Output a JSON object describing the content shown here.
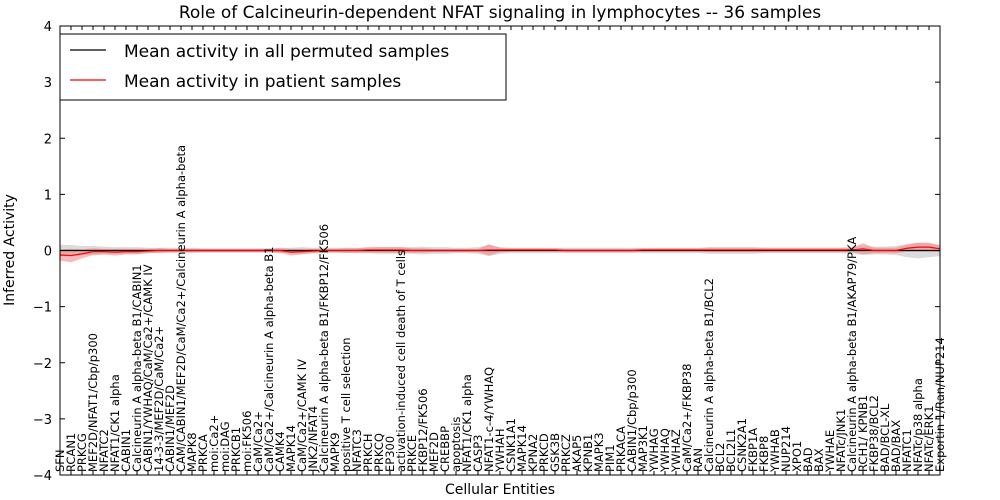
{
  "chart_data": {
    "type": "line",
    "title": "Role of Calcineurin-dependent NFAT signaling in lymphocytes -- 36 samples",
    "xlabel": "Cellular Entities",
    "ylabel": "Inferred Activity",
    "ylim": [
      -4,
      4
    ],
    "yticks": [
      "4",
      "3",
      "2",
      "1",
      "0",
      "−1",
      "−2",
      "−3",
      "−4"
    ],
    "legend_position": "top-left",
    "grid": false,
    "categories": [
      "SFN",
      "RCAN1",
      "PRKCG",
      "MEF2D/NFAT1/Cbp/p300",
      "NFATC2",
      "NFAT1/CK1 alpha",
      "CABIN1",
      "Calcineurin A alpha-beta B1/CABIN1",
      "CABIN1/YWHAQ/CaM/Ca2+/CAMK IV",
      "14-3-3/MEF2D/CaM/Ca2+",
      "CABIN1/MEF2D",
      "CAM/CABIN1/MEF2D/CaM/Ca2+/Calcineurin A alpha-beta",
      "MAPK8",
      "PRKCA",
      "moi:Ca2+",
      "moi:DAG",
      "PRKCB1",
      "moi:FK506",
      "CaM/Ca2+",
      "CaM/Ca2+/Calcineurin A alpha-beta B1",
      "CAMK4",
      "MAPK14",
      "CaM/Ca2+/CAMK IV",
      "JNK2/NFAT4",
      "Calcineurin A alpha-beta B1/FKBP12/FK506",
      "MAPK9",
      "positive T cell selection",
      "NFATC3",
      "PRKCH",
      "PRKCQ",
      "EP300",
      "activation-induced cell death of T cells",
      "PRKCE",
      "FKBP12/FK506",
      "MEF2D",
      "CREBBP",
      "apoptosis",
      "NFAT1/CK1 alpha",
      "CASP3",
      "NFAT1-c-4/YWHAQ",
      "YWHAH",
      "CSNK1A1",
      "MAPK14",
      "KPNA2",
      "PRKCD",
      "GSK3B",
      "PRKCZ",
      "AKAP5",
      "KPNB1",
      "MAPK3",
      "PIM1",
      "PRKACA",
      "CABIN1/Cbp/p300",
      "MAP3K1",
      "YWHAG",
      "YWHAQ",
      "YWHAZ",
      "CaM/Ca2+/FKBP38",
      "RAN",
      "Calcineurin A alpha-beta B1/BCL2",
      "BCL2",
      "BCL2L1",
      "CSNK2A1",
      "FKBP1A",
      "FKBP8",
      "YWHAB",
      "NUP214",
      "XPO1",
      "BAD",
      "BAX",
      "YWHAE",
      "NFATc/JNK1",
      "Calcineurin A alpha-beta B1/AKAP79/PKA",
      "RCH1/ KPNB1",
      "FKBP38/BCL2",
      "BAD/BCL-XL",
      "BAD/BAX",
      "NFATC1",
      "NFATc/p38 alpha",
      "NFATc/ERK1",
      "Exportin 1/Ran/NUP214"
    ],
    "series": [
      {
        "name": "Mean activity in all permuted samples",
        "color": "#000000",
        "band_color": "#b0b0b0",
        "values": [
          0,
          0,
          0,
          0,
          0,
          0,
          0,
          0,
          0,
          0,
          0,
          0,
          0,
          0,
          0,
          0,
          0,
          0,
          0,
          0,
          0,
          0,
          0,
          0,
          0,
          0,
          0,
          0,
          0,
          0,
          0,
          0,
          0,
          0,
          0,
          0,
          0,
          0,
          0,
          0,
          0,
          0,
          0,
          0,
          0,
          0,
          0,
          0,
          0,
          0,
          0,
          0,
          0,
          0,
          0,
          0,
          0,
          0,
          0,
          0,
          0,
          0,
          0,
          0,
          0,
          0,
          0,
          0,
          0,
          0,
          0,
          0,
          0,
          0,
          0,
          0,
          0,
          0,
          0,
          0,
          0
        ],
        "band_half": [
          0.1,
          0.1,
          0.08,
          0.08,
          0.07,
          0.06,
          0.06,
          0.06,
          0.05,
          0.05,
          0.05,
          0.05,
          0.05,
          0.04,
          0.04,
          0.04,
          0.04,
          0.04,
          0.04,
          0.04,
          0.05,
          0.05,
          0.06,
          0.05,
          0.05,
          0.05,
          0.05,
          0.05,
          0.05,
          0.06,
          0.06,
          0.06,
          0.06,
          0.07,
          0.06,
          0.06,
          0.05,
          0.05,
          0.06,
          0.1,
          0.06,
          0.05,
          0.05,
          0.05,
          0.05,
          0.05,
          0.05,
          0.05,
          0.05,
          0.05,
          0.05,
          0.05,
          0.05,
          0.05,
          0.05,
          0.05,
          0.05,
          0.05,
          0.05,
          0.06,
          0.06,
          0.06,
          0.06,
          0.06,
          0.05,
          0.05,
          0.05,
          0.05,
          0.05,
          0.05,
          0.05,
          0.05,
          0.06,
          0.08,
          0.07,
          0.07,
          0.08,
          0.12,
          0.14,
          0.12,
          0.1
        ]
      },
      {
        "name": "Mean activity in patient samples",
        "color": "#ff0000",
        "band_color": "#f08080",
        "values": [
          -0.08,
          -0.09,
          -0.06,
          -0.02,
          -0.02,
          -0.03,
          -0.02,
          -0.02,
          -0.01,
          0,
          0,
          0,
          0,
          0,
          0,
          0,
          0,
          0,
          0,
          0,
          0,
          -0.03,
          -0.02,
          -0.01,
          0,
          0,
          0,
          0,
          0.01,
          0.01,
          0.01,
          0.01,
          0,
          0,
          0,
          0,
          0,
          0,
          0,
          0.01,
          0.01,
          0.01,
          0.01,
          0.01,
          0.01,
          0.01,
          0,
          0,
          0,
          0,
          0,
          0,
          0,
          0.01,
          0.01,
          0.01,
          0.01,
          0.01,
          0.01,
          0.01,
          0.01,
          0.01,
          0.01,
          0.01,
          0.01,
          0.01,
          0.01,
          0.01,
          0.01,
          0.01,
          0.01,
          0.01,
          0.01,
          0.03,
          0,
          0,
          0,
          0.04,
          0.06,
          0.06,
          0.03
        ],
        "band_half": [
          0.1,
          0.12,
          0.08,
          0.06,
          0.05,
          0.06,
          0.05,
          0.05,
          0.04,
          0.04,
          0.03,
          0.03,
          0.03,
          0.03,
          0.03,
          0.03,
          0.03,
          0.03,
          0.03,
          0.03,
          0.04,
          0.06,
          0.05,
          0.04,
          0.03,
          0.03,
          0.04,
          0.04,
          0.05,
          0.05,
          0.05,
          0.05,
          0.04,
          0.04,
          0.03,
          0.03,
          0.03,
          0.03,
          0.03,
          0.1,
          0.04,
          0.03,
          0.03,
          0.03,
          0.03,
          0.03,
          0.03,
          0.03,
          0.03,
          0.03,
          0.03,
          0.03,
          0.03,
          0.03,
          0.03,
          0.03,
          0.03,
          0.03,
          0.03,
          0.04,
          0.04,
          0.04,
          0.04,
          0.04,
          0.04,
          0.04,
          0.04,
          0.04,
          0.04,
          0.04,
          0.04,
          0.04,
          0.04,
          0.1,
          0.05,
          0.05,
          0.05,
          0.06,
          0.08,
          0.08,
          0.06
        ]
      }
    ]
  }
}
